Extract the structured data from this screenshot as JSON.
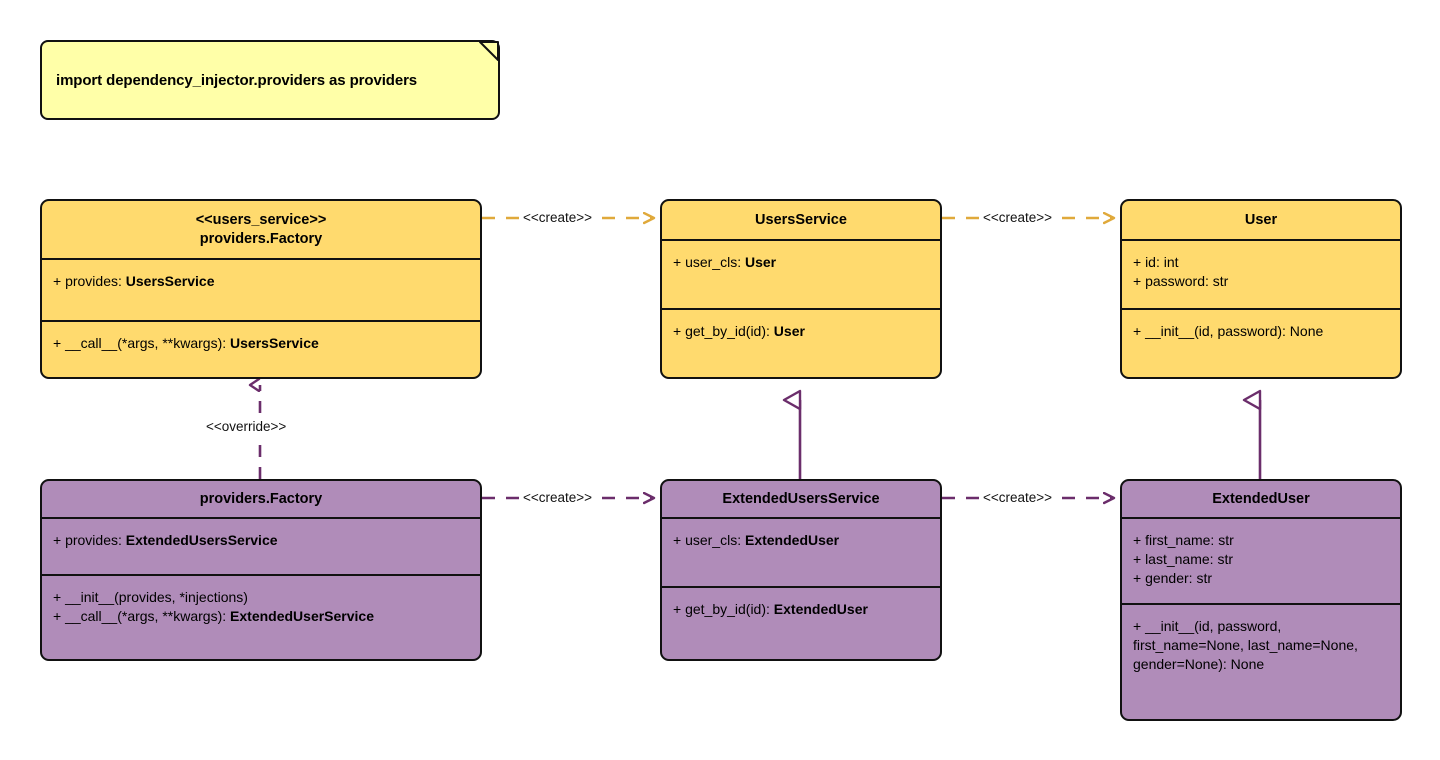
{
  "diagram": {
    "type": "uml-class-diagram",
    "title": "Dependency Injector providers UML diagram",
    "colors": {
      "yellow_fill": "#FFDA6E",
      "purple_fill": "#B08CB9",
      "note_fill": "#FFFFA8",
      "outline": "#111111",
      "yellow_edge": "#E0A93B",
      "purple_edge": "#6B2D6B"
    }
  },
  "note": {
    "text": "import dependency_injector.providers as providers"
  },
  "classes": {
    "users_service_factory": {
      "stereotype": "<<users_service>>",
      "name": "providers.Factory",
      "attributes": [
        {
          "prefix": "+ provides: ",
          "emphasis": "UsersService"
        }
      ],
      "methods": [
        {
          "prefix": "+ __call__(*args, **kwargs): ",
          "emphasis": "UsersService"
        }
      ]
    },
    "users_service": {
      "stereotype": "",
      "name": "UsersService",
      "attributes": [
        {
          "prefix": "+ user_cls: ",
          "emphasis": "User"
        }
      ],
      "methods": [
        {
          "prefix": "+ get_by_id(id): ",
          "emphasis": "User"
        }
      ]
    },
    "user": {
      "stereotype": "",
      "name": "User",
      "attributes": [
        {
          "prefix": "+ id: int",
          "emphasis": ""
        },
        {
          "prefix": "+ password: str",
          "emphasis": ""
        }
      ],
      "methods": [
        {
          "prefix": "+ __init__(id, password): None",
          "emphasis": ""
        }
      ]
    },
    "extended_factory": {
      "stereotype": "",
      "name": "providers.Factory",
      "attributes": [
        {
          "prefix": "+ provides: ",
          "emphasis": "ExtendedUsersService"
        }
      ],
      "methods": [
        {
          "prefix": "+ __init__(provides, *injections)",
          "emphasis": ""
        },
        {
          "prefix": "+ __call__(*args, **kwargs): ",
          "emphasis": "ExtendedUserService"
        }
      ]
    },
    "extended_users_service": {
      "stereotype": "",
      "name": "ExtendedUsersService",
      "attributes": [
        {
          "prefix": "+ user_cls: ",
          "emphasis": "ExtendedUser"
        }
      ],
      "methods": [
        {
          "prefix": "+ get_by_id(id): ",
          "emphasis": "ExtendedUser"
        }
      ]
    },
    "extended_user": {
      "stereotype": "",
      "name": "ExtendedUser",
      "attributes": [
        {
          "prefix": "+ first_name: str",
          "emphasis": ""
        },
        {
          "prefix": "+ last_name: str",
          "emphasis": ""
        },
        {
          "prefix": "+ gender: str",
          "emphasis": ""
        }
      ],
      "methods": [
        {
          "prefix": "+ __init__(id, password, first_name=None, last_name=None, gender=None): None",
          "emphasis": ""
        }
      ]
    }
  },
  "edges": [
    {
      "id": "create-top-left",
      "label": "<<create>>",
      "style": "dashed",
      "arrow": "open",
      "color": "#E0A93B"
    },
    {
      "id": "create-top-right",
      "label": "<<create>>",
      "style": "dashed",
      "arrow": "open",
      "color": "#E0A93B"
    },
    {
      "id": "create-bottom-left",
      "label": "<<create>>",
      "style": "dashed",
      "arrow": "open",
      "color": "#6B2D6B"
    },
    {
      "id": "create-bottom-right",
      "label": "<<create>>",
      "style": "dashed",
      "arrow": "open",
      "color": "#6B2D6B"
    },
    {
      "id": "override",
      "label": "<<override>>",
      "style": "dashed",
      "arrow": "open",
      "color": "#6B2D6B"
    },
    {
      "id": "generalize-service",
      "label": "",
      "style": "solid",
      "arrow": "triangle",
      "color": "#6B2D6B"
    },
    {
      "id": "generalize-user",
      "label": "",
      "style": "solid",
      "arrow": "triangle",
      "color": "#6B2D6B"
    }
  ]
}
